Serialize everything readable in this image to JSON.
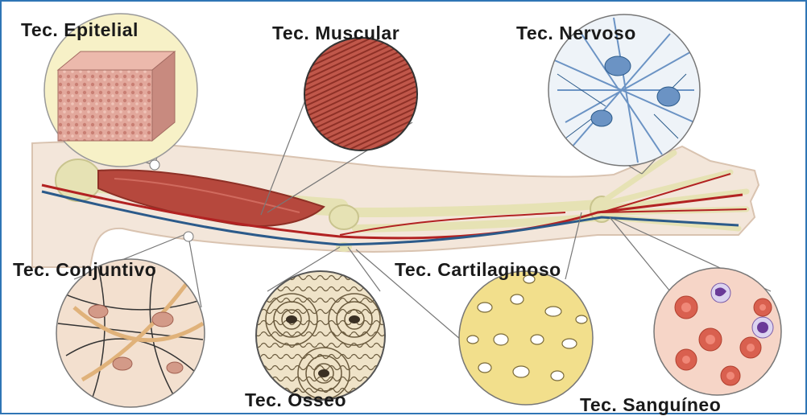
{
  "labels": {
    "epitelial": "Tec. Epitelial",
    "muscular": "Tec. Muscular",
    "nervoso": "Tec. Nervoso",
    "conjuntivo": "Tec. Conjuntivo",
    "cartilaginoso": "Tec. Cartilaginoso",
    "osseo": "Tec. Ósseo",
    "sanguineo": "Tec. Sanguíneo"
  },
  "colors": {
    "frame": "#2f75b5",
    "skin": "#f3e6da",
    "muscle": "#b6483d",
    "bone": "#e6e2b4",
    "artery": "#b22222",
    "vein": "#2b5a8a",
    "nerve_cell": "#6b93c4",
    "blood_plasma": "#f6d5c7"
  }
}
